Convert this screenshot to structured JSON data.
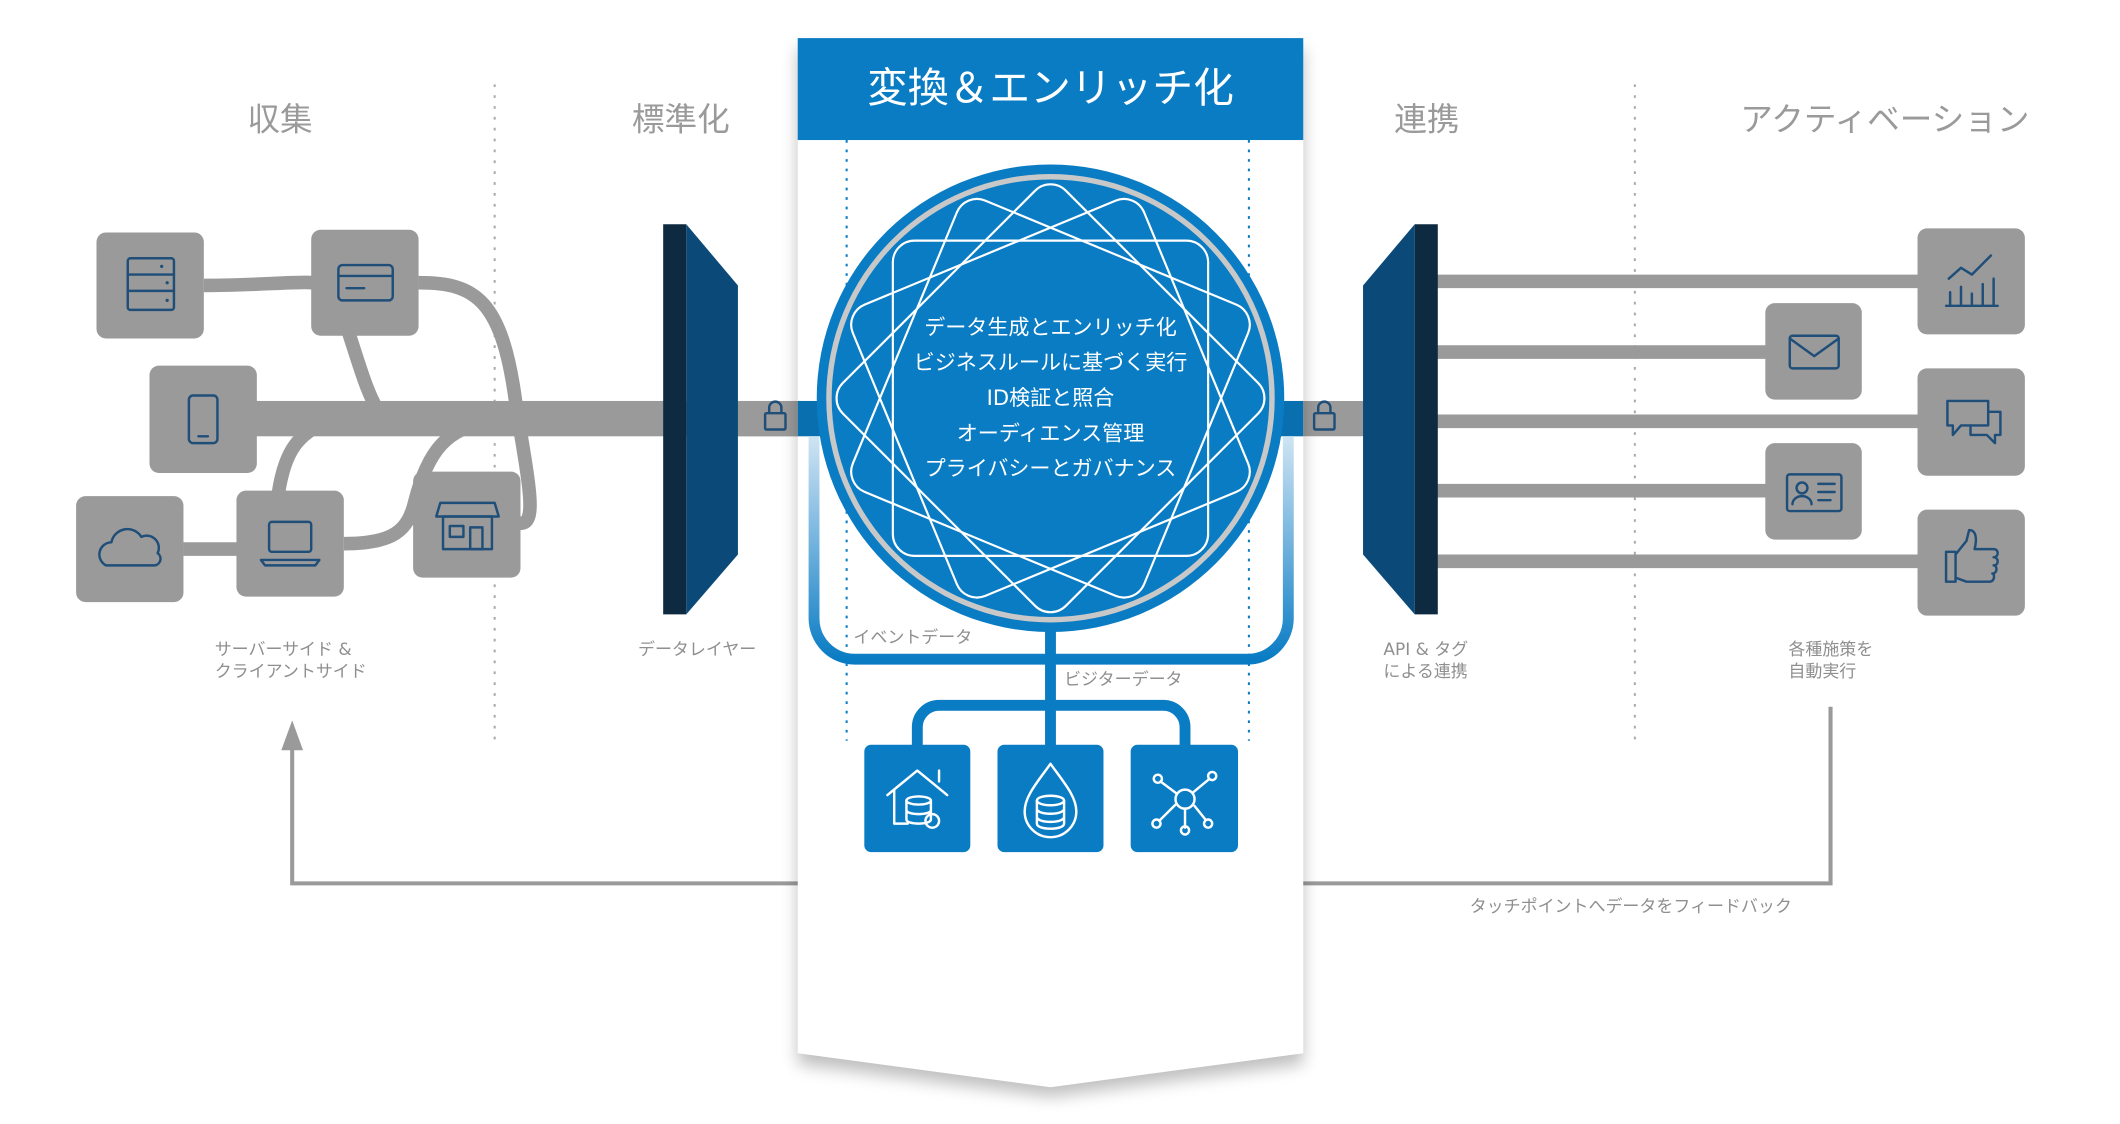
{
  "panel": {
    "title": "変換＆エンリッチ化",
    "accent": "#0a7cc4"
  },
  "sections": {
    "collect": "収集",
    "standardize": "標準化",
    "integrate": "連携",
    "activate": "アクティベーション"
  },
  "labels": {
    "sources_line1": "サーバーサイド &",
    "sources_line2": "クライアントサイド",
    "data_layer": "データレイヤー",
    "api_line1": "API & タグ",
    "api_line2": "による連携",
    "actions_line1": "各種施策を",
    "actions_line2": "自動実行",
    "event_data": "イベントデータ",
    "visitor_data": "ビジターデータ",
    "feedback": "タッチポイントへデータをフィードバック"
  },
  "core": {
    "items": [
      "データ生成とエンリッチ化",
      "ビジネスルールに基づく実行",
      "ID検証と照合",
      "オーディエンス管理",
      "プライバシーとガバナンス"
    ]
  },
  "icons": {
    "sources": [
      "server-icon",
      "credit-card-icon",
      "mobile-icon",
      "cloud-icon",
      "laptop-icon",
      "store-icon"
    ],
    "actions": [
      "chart-icon",
      "mail-icon",
      "chat-icon",
      "id-card-icon",
      "thumbs-up-icon"
    ],
    "storage": [
      "data-warehouse-icon",
      "data-lake-icon",
      "network-hub-icon"
    ]
  }
}
